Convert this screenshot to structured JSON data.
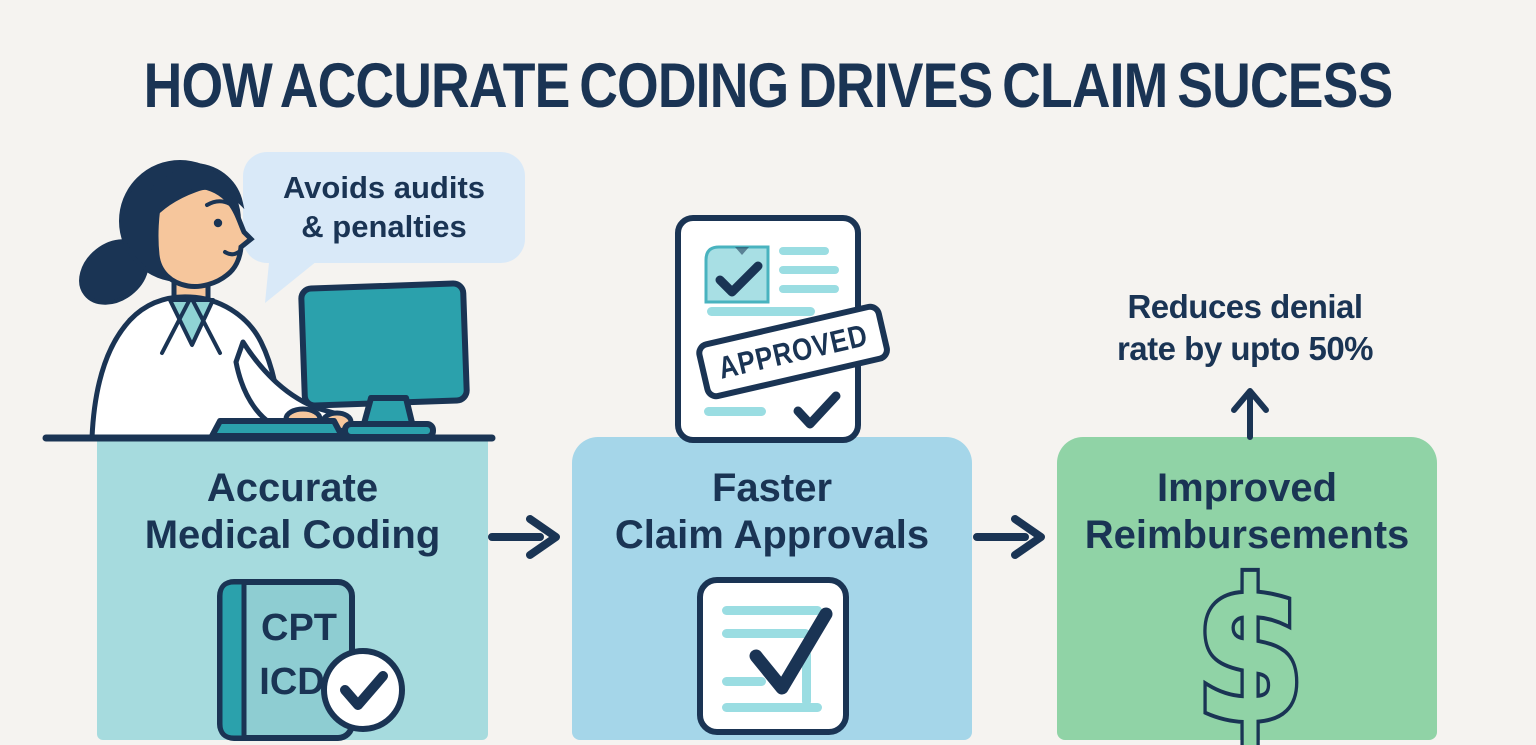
{
  "title": "HOW ACCURATE CODING DRIVES CLAIM SUCESS",
  "speech_bubble": {
    "lines": [
      "Avoids audits",
      "& penalties"
    ]
  },
  "steps": [
    {
      "name": "accurate-medical-coding",
      "label_lines": [
        "Accurate",
        "Medical Coding"
      ],
      "icon": "cpt-icd-coding-manual"
    },
    {
      "name": "faster-claim-approvals",
      "label_lines": [
        "Faster",
        "Claim Approvals"
      ],
      "icon": "approved-checklist"
    },
    {
      "name": "improved-reimbursements",
      "label_lines": [
        "Improved",
        "Reimbursements"
      ],
      "icon": "dollar-sign"
    }
  ],
  "icons": {
    "book_line1": "CPT",
    "book_line2": "ICD",
    "stamp_label": "APPROVED",
    "dollar_symbol": "$"
  },
  "annotation": {
    "lines": [
      "Reduces denial",
      "rate by upto 50%"
    ]
  },
  "colors": {
    "navy": "#1a3454",
    "teal": "#2ba1ac",
    "teal_light": "#9adde2",
    "book_cover": "#8ecdd2",
    "note_fill": "#a8dfe4",
    "box1": "#a6dbde",
    "box2": "#a5d6e9",
    "box3": "#90d3a6",
    "bubble": "#d9e9f8",
    "background": "#f5f3f0",
    "skin": "#f6c69c",
    "white": "#ffffff"
  }
}
